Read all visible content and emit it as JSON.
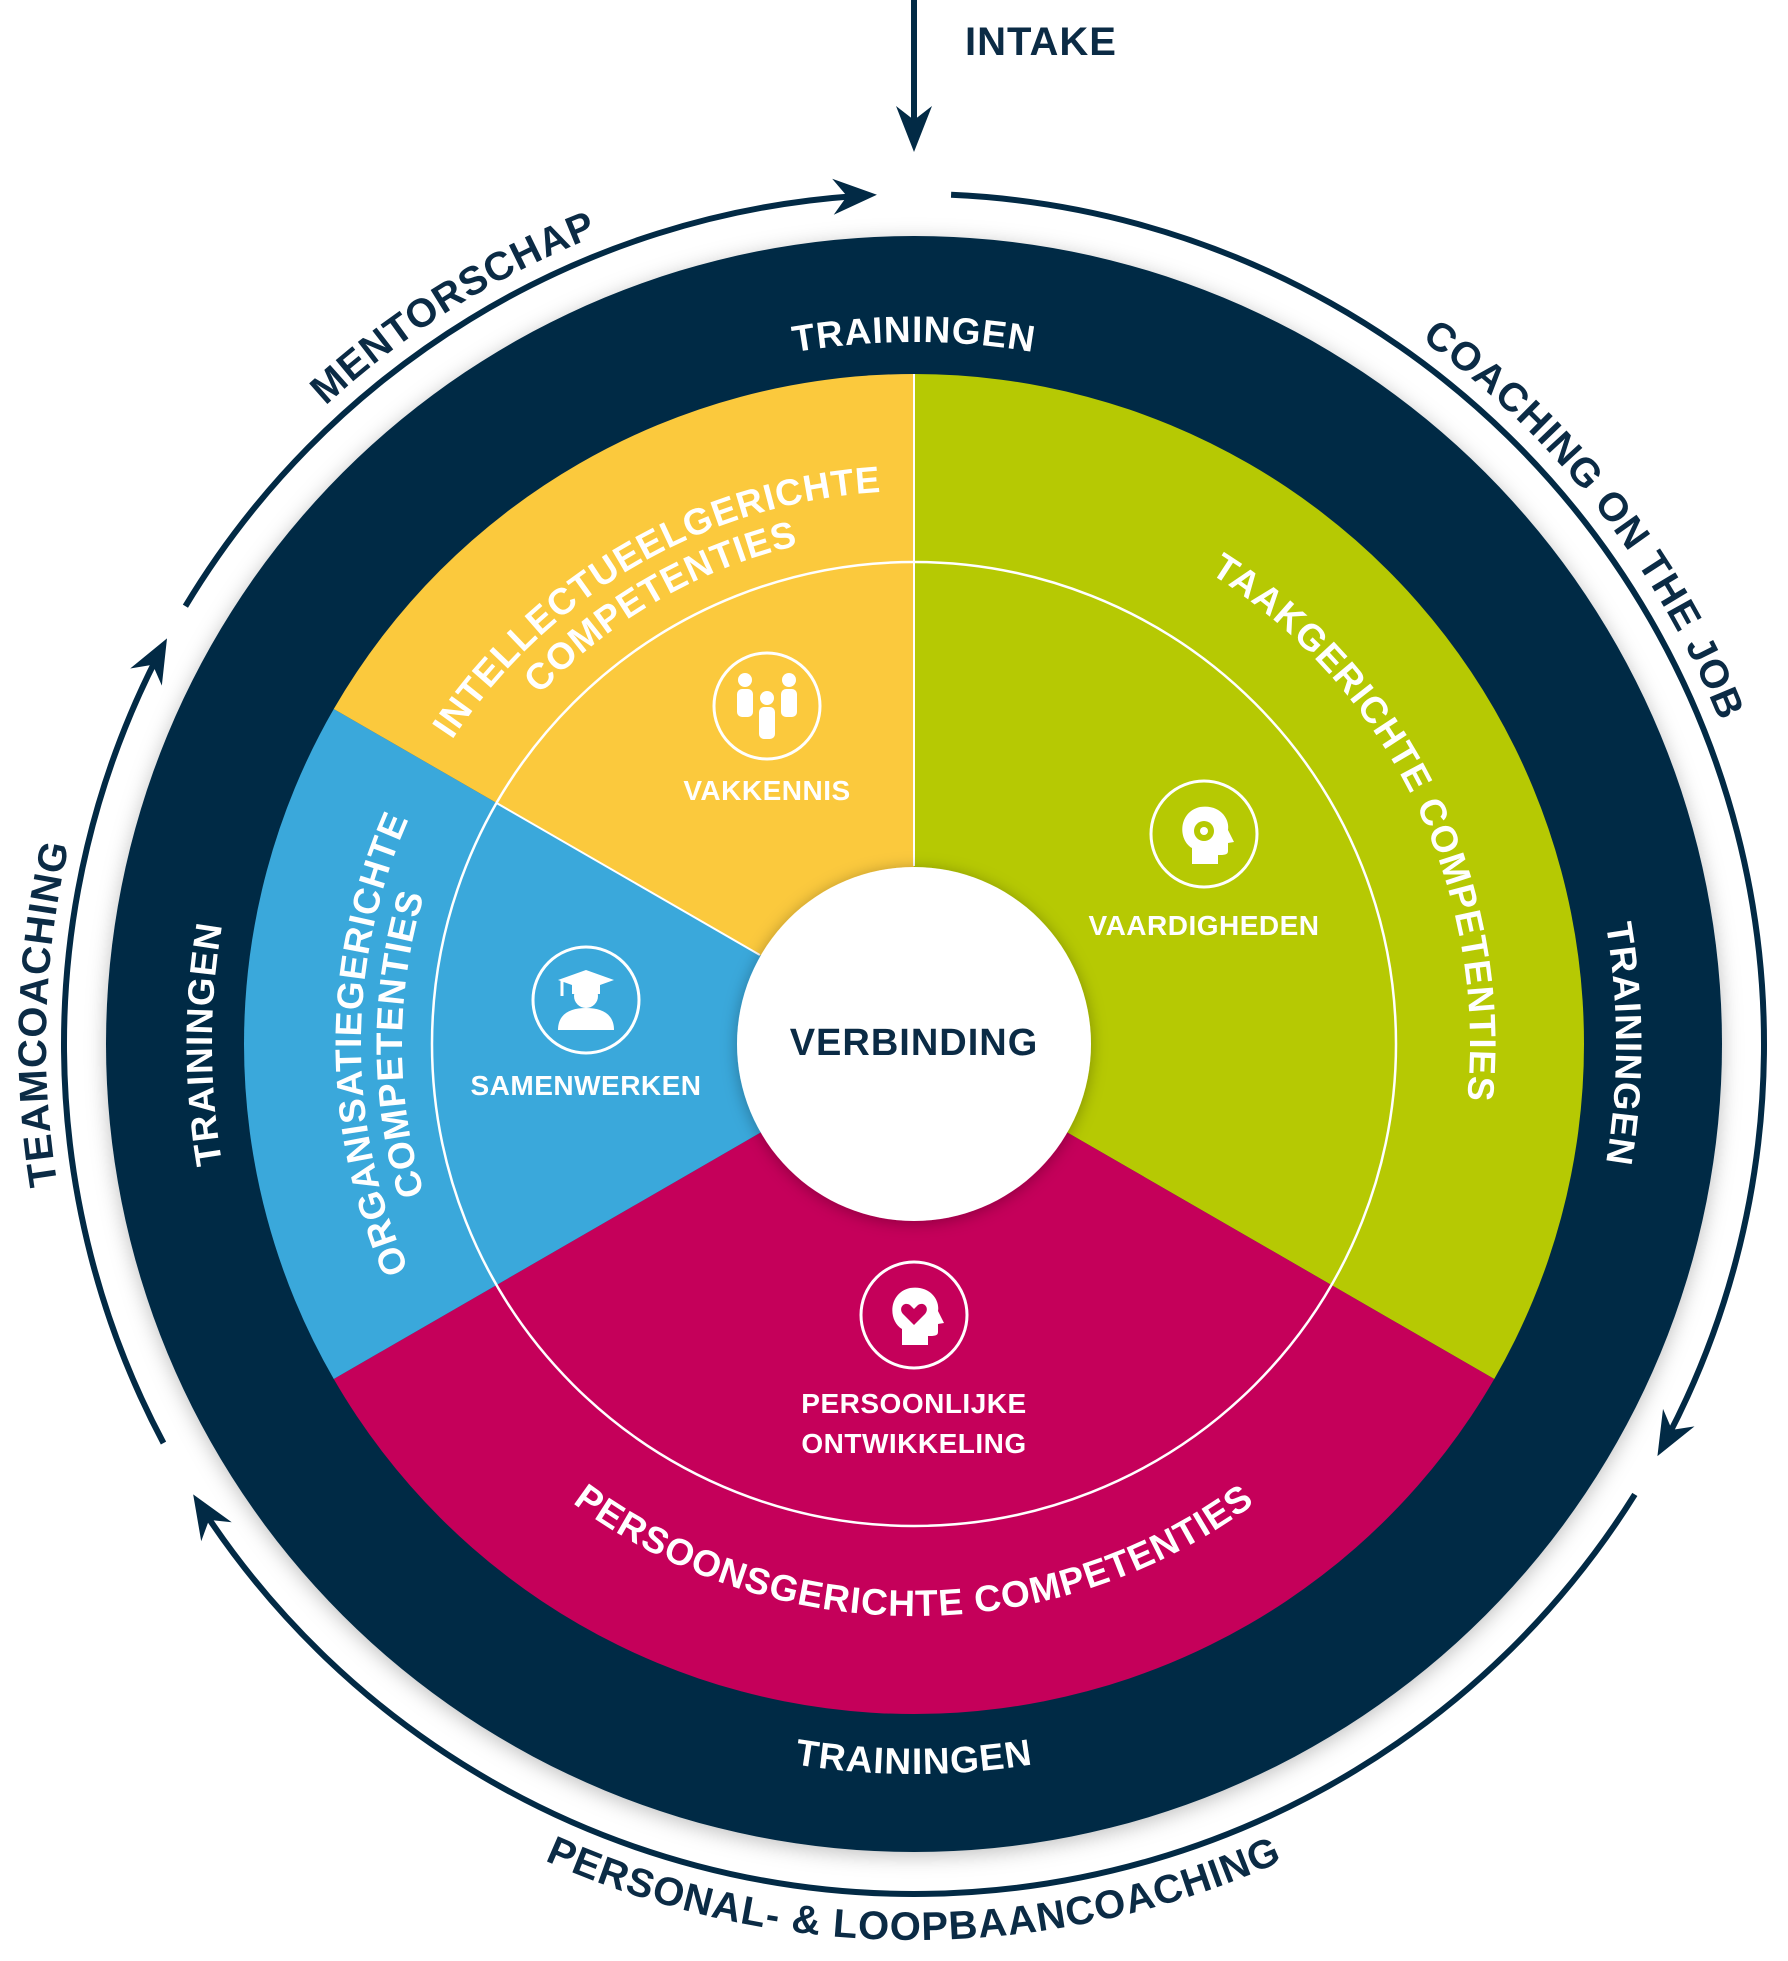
{
  "intake": "INTAKE",
  "outer_labels": {
    "mentorschap": "MENTORSCHAP",
    "coaching_on_the_job": "COACHING ON THE JOB",
    "teamcoaching": "TEAMCOACHING",
    "personal_loopbaan": "PERSONAL- & LOOPBAANCOACHING"
  },
  "ring_labels": {
    "top": "TRAININGEN",
    "right": "TRAININGEN",
    "bottom": "TRAININGEN",
    "left": "TRAININGEN"
  },
  "sectors": {
    "intellectueel": {
      "line1": "INTELLECTUEELGERICHTE",
      "line2": "COMPETENTIES",
      "inner": "VAKKENNIS",
      "icon": "people-group-icon",
      "color": "#fbc93d"
    },
    "taak": {
      "line1": "TAAKGERICHTE COMPETENTIES",
      "inner": "VAARDIGHEDEN",
      "icon": "head-gear-icon",
      "color": "#b6c903"
    },
    "persoons": {
      "line1": "PERSOONSGERICHTE COMPETENTIES",
      "inner_line1": "PERSOONLIJKE",
      "inner_line2": "ONTWIKKELING",
      "icon": "head-heart-icon",
      "color": "#c5005a"
    },
    "organisatie": {
      "line1": "ORGANISATIEGERICHTE",
      "line2": "COMPETENTIES",
      "inner": "SAMENWERKEN",
      "icon": "graduate-icon",
      "color": "#3aa8db"
    }
  },
  "center": "VERBINDING",
  "colors": {
    "navy": "#022a45",
    "text_dark": "#0b2b45",
    "white": "#ffffff"
  }
}
